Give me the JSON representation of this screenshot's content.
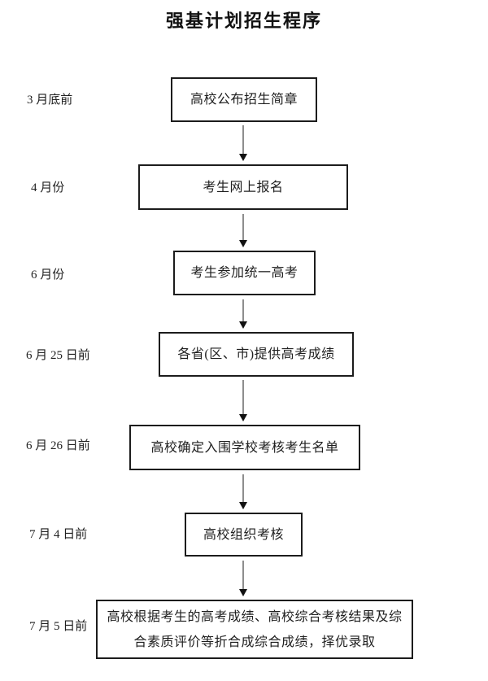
{
  "page": {
    "title": "强基计划招生程序"
  },
  "flowchart": {
    "steps": [
      {
        "date": "3 月底前",
        "label": "高校公布招生简章"
      },
      {
        "date": "4 月份",
        "label": "考生网上报名"
      },
      {
        "date": "6 月份",
        "label": "考生参加统一高考"
      },
      {
        "date": "6 月 25 日前",
        "label": "各省(区、市)提供高考成绩"
      },
      {
        "date": "6 月 26 日前",
        "label": "高校确定入围学校考核考生名单"
      },
      {
        "date": "7 月 4 日前",
        "label": "高校组织考核"
      },
      {
        "date": "7 月 5 日前",
        "label": "高校根据考生的高考成绩、高校综合考核结果及综合素质评价等折合成综合成绩，择优录取"
      }
    ],
    "colors": {
      "background": "#ffffff",
      "box_border": "#1c1c1c",
      "text": "#1f1f1f"
    }
  }
}
